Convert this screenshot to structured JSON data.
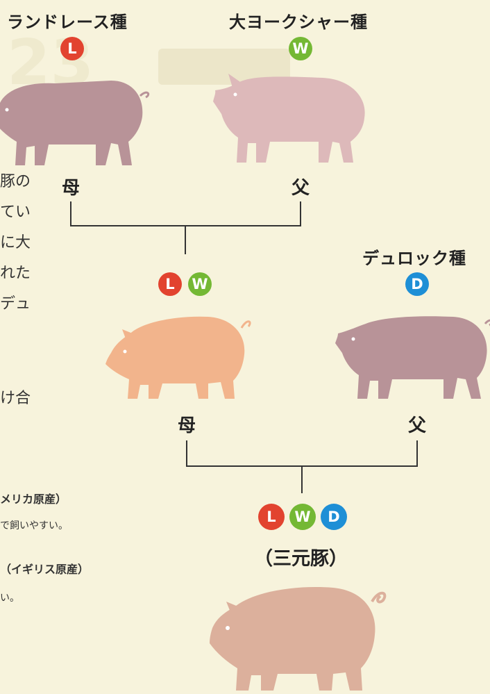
{
  "colors": {
    "landrace": "#e2432f",
    "yorkshire": "#74b834",
    "duroc": "#1e8fd6",
    "pig_purple": "#b89398",
    "pig_pink": "#ddb9ba",
    "pig_orange": "#f2b48c",
    "pig_final": "#dcb09c",
    "background": "#f7f3dc"
  },
  "breeds": {
    "landrace": {
      "name": "ランドレース種",
      "badge": "L"
    },
    "yorkshire": {
      "name": "大ヨークシャー種",
      "badge": "W"
    },
    "duroc": {
      "name": "デュロック種",
      "badge": "D"
    }
  },
  "first_cross": {
    "mother_label": "母",
    "father_label": "父",
    "offspring_badges": [
      "L",
      "W"
    ]
  },
  "second_cross": {
    "mother_label": "母",
    "father_label": "父",
    "offspring_badges": [
      "L",
      "W",
      "D"
    ],
    "offspring_name": "（三元豚）"
  },
  "left_text_fragments": [
    "豚の",
    "てい",
    "に大",
    "れた",
    "デュ",
    "け合"
  ],
  "left_notes": {
    "note1_heading": "メリカ原産）",
    "note1_body": "で飼いやすい。",
    "note2_heading": "（イギリス原産）",
    "note2_body": "い。"
  },
  "icons": [
    "pig-icon"
  ]
}
